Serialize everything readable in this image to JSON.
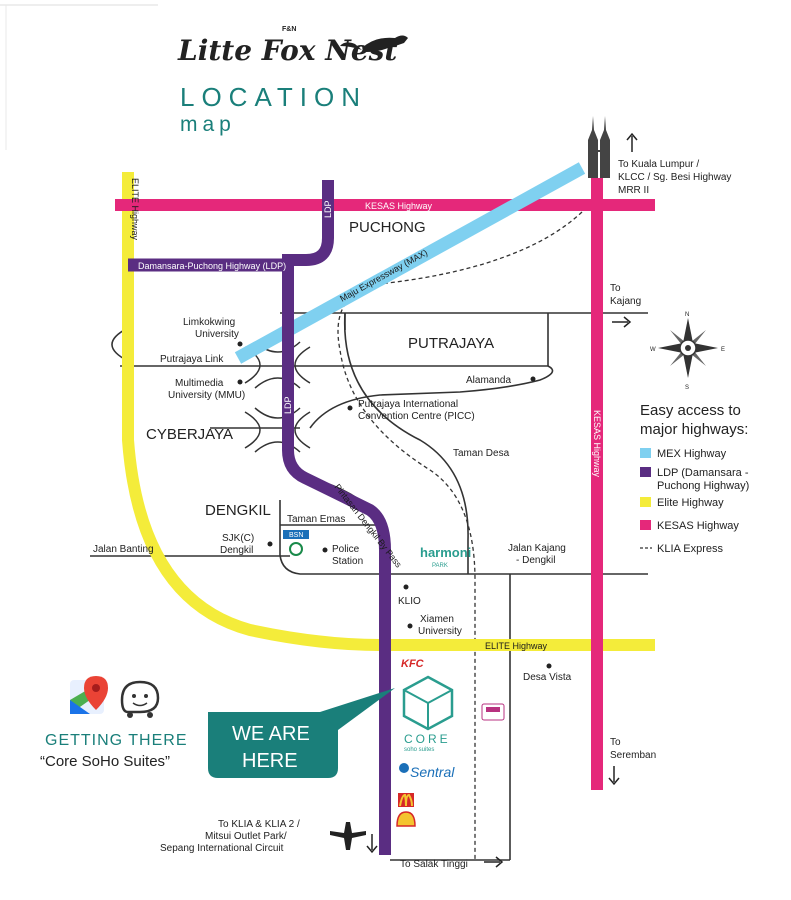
{
  "brand": {
    "prefix": "F&N",
    "name": "Litte Fox Nest",
    "title": "LOCATION",
    "subtitle": "map"
  },
  "colors": {
    "mex": "#7fd0f0",
    "ldp": "#5a2d82",
    "elite": "#f4ec3a",
    "kesas": "#e5287a",
    "road": "#333333",
    "teal": "#1a7f7a"
  },
  "highways": {
    "kesas": "KESAS Highway",
    "ldp_top": "LDP",
    "ldp_mid": "LDP",
    "ldp_full": "Damansara-Puchong Highway (LDP)",
    "max": "Maju Expressway (MAX)",
    "elite_side": "ELITE Highway",
    "elite_bottom": "ELITE Highway",
    "kesas_side": "KESAS Highway",
    "pintasan": "Pintasan Dengkil By Pass"
  },
  "regions": {
    "puchong": "PUCHONG",
    "putrajaya": "PUTRAJAYA",
    "cyberjaya": "CYBERJAYA",
    "dengkil": "DENGKIL"
  },
  "places": {
    "limkokwing_1": "Limkokwing",
    "limkokwing_2": "University",
    "putrajaya_link": "Putrajaya Link",
    "mmu_1": "Multimedia",
    "mmu_2": "University (MMU)",
    "alamanda": "Alamanda",
    "picc_1": "Putrajaya International",
    "picc_2": "Convention Centre (PICC)",
    "taman_desa": "Taman Desa",
    "taman_emas": "Taman Emas",
    "sjk_1": "SJK(C)",
    "sjk_2": "Dengkil",
    "police_1": "Police",
    "police_2": "Station",
    "jalan_banting": "Jalan Banting",
    "jalan_kajang_1": "Jalan Kajang",
    "jalan_kajang_2": "- Dengkil",
    "klio": "KLIO",
    "xiamen_1": "Xiamen",
    "xiamen_2": "University",
    "desa_vista": "Desa Vista",
    "bsn": "BSN",
    "harmoni_1": "harmoni",
    "harmoni_2": "PARK",
    "kfc": "KFC",
    "core_1": "CORE",
    "core_2": "soho suites",
    "sentral": "Sentral"
  },
  "directions": {
    "kl_1": "To Kuala Lumpur /",
    "kl_2": "KLCC / Sg. Besi Highway",
    "kl_3": "MRR II",
    "kajang_1": "To",
    "kajang_2": "Kajang",
    "seremban_1": "To",
    "seremban_2": "Seremban",
    "klia_1": "To KLIA & KLIA 2 /",
    "klia_2": "Mitsui Outlet Park/",
    "klia_3": "Sepang International Circuit",
    "salak": "To Salak Tinggi"
  },
  "compass": {
    "n": "N",
    "s": "S",
    "e": "E",
    "w": "W"
  },
  "legend": {
    "title_1": "Easy access to",
    "title_2": "major highways:",
    "items": [
      {
        "label": "MEX Highway",
        "color": "#7fd0f0"
      },
      {
        "label": "LDP (Damansara -",
        "label2": "Puchong Highway)",
        "color": "#5a2d82"
      },
      {
        "label": "Elite Highway",
        "color": "#f4ec3a"
      },
      {
        "label": "KESAS Highway",
        "color": "#e5287a"
      },
      {
        "label": "KLIA Express",
        "color": "dashed"
      }
    ]
  },
  "getting_there": {
    "title": "GETTING THERE",
    "subtitle": "“Core SoHo Suites”"
  },
  "callout": {
    "line1": "WE ARE",
    "line2": "HERE"
  }
}
